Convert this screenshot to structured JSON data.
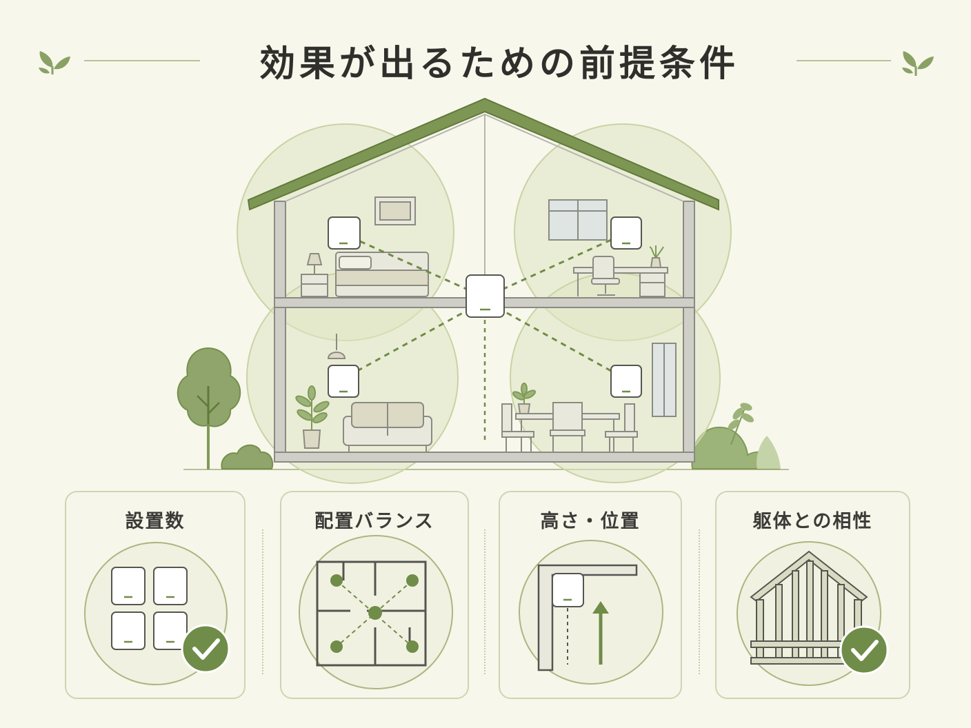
{
  "title": "効果が出るための前提条件",
  "cards": [
    {
      "label": "設置数"
    },
    {
      "label": "配置バランス"
    },
    {
      "label": "高さ・位置"
    },
    {
      "label": "躯体との相性"
    }
  ],
  "colors": {
    "background": "#f8f7ec",
    "accent_green": "#6f8c48",
    "roof_green": "#7d9654",
    "coverage_fill": "#e3e8c9",
    "line_gray": "#8a8a84",
    "card_border": "#cfd4b1"
  }
}
